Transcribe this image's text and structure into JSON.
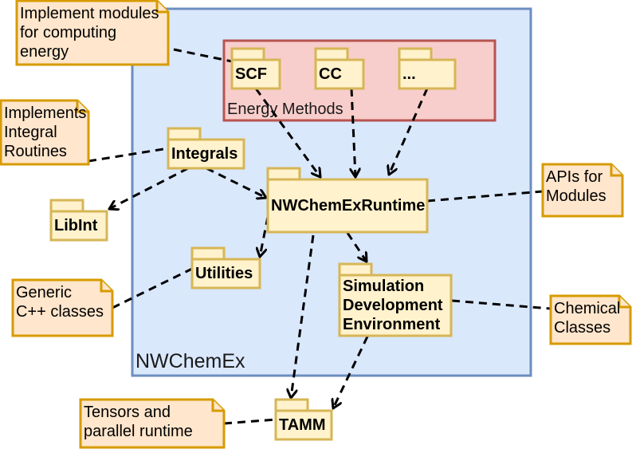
{
  "container": {
    "label": "NWChemEx",
    "bg": "#dae8fc",
    "border": "#6c8ebf"
  },
  "energy_group": {
    "label": "Energy Methods",
    "bg": "#f8cecc",
    "border": "#b85450"
  },
  "packages": {
    "scf": "SCF",
    "cc": "CC",
    "ellipsis": "...",
    "integrals": "Integrals",
    "runtime": "NWChemExRuntime",
    "libint": "LibInt",
    "utilities": "Utilities",
    "sde": [
      "Simulation",
      "Development",
      "Environment"
    ],
    "tamm": "TAMM"
  },
  "notes": {
    "energy": [
      "Implement modules",
      "for computing",
      "energy"
    ],
    "integral": [
      "Implements",
      "Integral",
      "Routines"
    ],
    "apis": [
      "APIs for",
      "Modules"
    ],
    "generic": [
      "Generic",
      "C++ classes"
    ],
    "chemical": [
      "Chemical",
      "Classes"
    ],
    "tensors": [
      "Tensors and",
      "parallel runtime"
    ]
  },
  "colors": {
    "package_fill": "#fff2cc",
    "package_border": "#d6b656",
    "note_fill": "#ffe6cc",
    "note_border": "#d79b00"
  }
}
